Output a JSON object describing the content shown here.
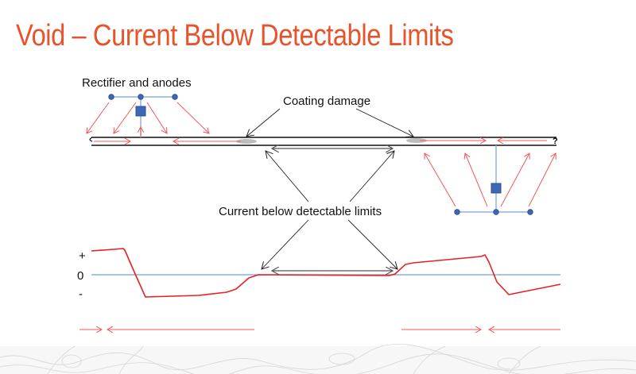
{
  "slide": {
    "title": "Void – Current Below Detectable Limits"
  },
  "diagram": {
    "labels": {
      "rectifier": "Rectifier and anodes",
      "coating_damage": "Coating damage",
      "current_below": "Current below detectable limits"
    },
    "axis_labels": {
      "plus": "+",
      "zero": "0",
      "minus": "-"
    },
    "pipe_end_mark": "?"
  },
  "colors": {
    "title": "#E8532B",
    "current_arrows": "#F0595A",
    "potential_curve": "#E82020",
    "zero_line": "#6FA3DC",
    "rectifier": "#3F67B5"
  }
}
